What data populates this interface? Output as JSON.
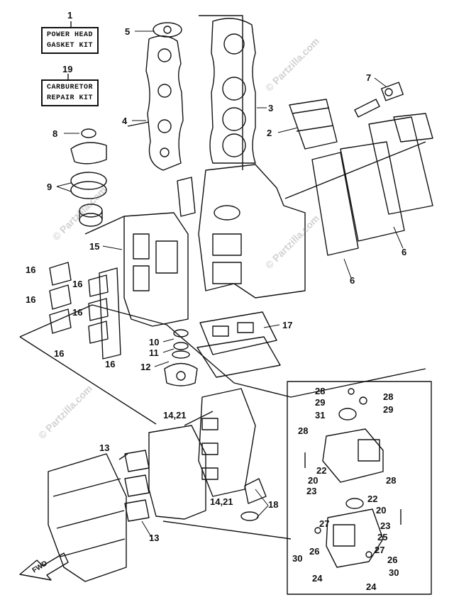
{
  "kits": [
    {
      "number": "1",
      "lines": [
        "POWER HEAD",
        "GASKET KIT"
      ]
    },
    {
      "number": "19",
      "lines": [
        "CARBURETOR",
        "REPAIR KIT"
      ]
    }
  ],
  "callouts": [
    "5",
    "4",
    "3",
    "2",
    "7",
    "8",
    "9",
    "15",
    "6",
    "6",
    "16",
    "16",
    "16",
    "16",
    "16",
    "16",
    "10",
    "11",
    "12",
    "17",
    "28",
    "29",
    "28",
    "29",
    "31",
    "28",
    "22",
    "20",
    "28",
    "23",
    "22",
    "20",
    "23",
    "27",
    "25",
    "30",
    "26",
    "27",
    "26",
    "30",
    "24",
    "24",
    "14,21",
    "14,21",
    "13",
    "13",
    "18"
  ],
  "fwd_label": "FWD",
  "watermarks": [
    "© Partzilla.com"
  ]
}
